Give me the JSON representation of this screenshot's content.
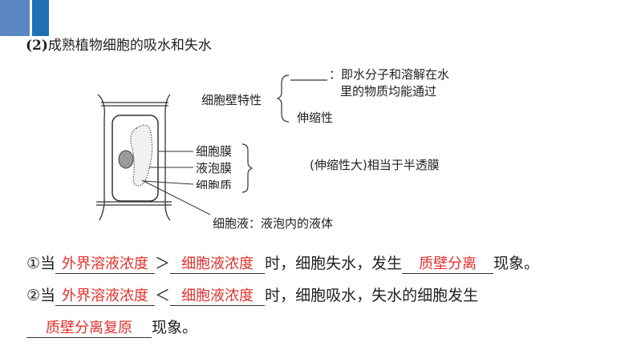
{
  "heading": {
    "num": "(2)",
    "text": "成熟植物细胞的吸水和失水"
  },
  "diagram": {
    "wall_label": "细胞壁特性",
    "wall_prop1_line1": "：即水分子和溶解在水",
    "wall_prop1_line2": "里的物质均能通过",
    "wall_prop2": "伸缩性",
    "membrane_label": "细胞膜",
    "vacuole_membrane_label": "液泡膜",
    "cytoplasm_label": "细胞质",
    "semi_note": "(伸缩性大)相当于半透膜",
    "sap_label": "细胞液：液泡内的液体"
  },
  "line1": {
    "prefix": "①当",
    "ans1": "外界溶液浓度",
    "op": "＞",
    "ans2": "细胞液浓度",
    "mid": "时，细胞失水，发生",
    "ans3": "质壁分离",
    "suffix": "现象。"
  },
  "line2": {
    "prefix": "②当",
    "ans1": "外界溶液浓度",
    "op": "＜",
    "ans2": "细胞液浓度",
    "mid": "时，细胞吸水，失水的细胞发生"
  },
  "line3": {
    "ans1": "质壁分离复原",
    "suffix": "现象。"
  },
  "colors": {
    "answer": "#e0312d",
    "accent": "#1f6fb5"
  }
}
